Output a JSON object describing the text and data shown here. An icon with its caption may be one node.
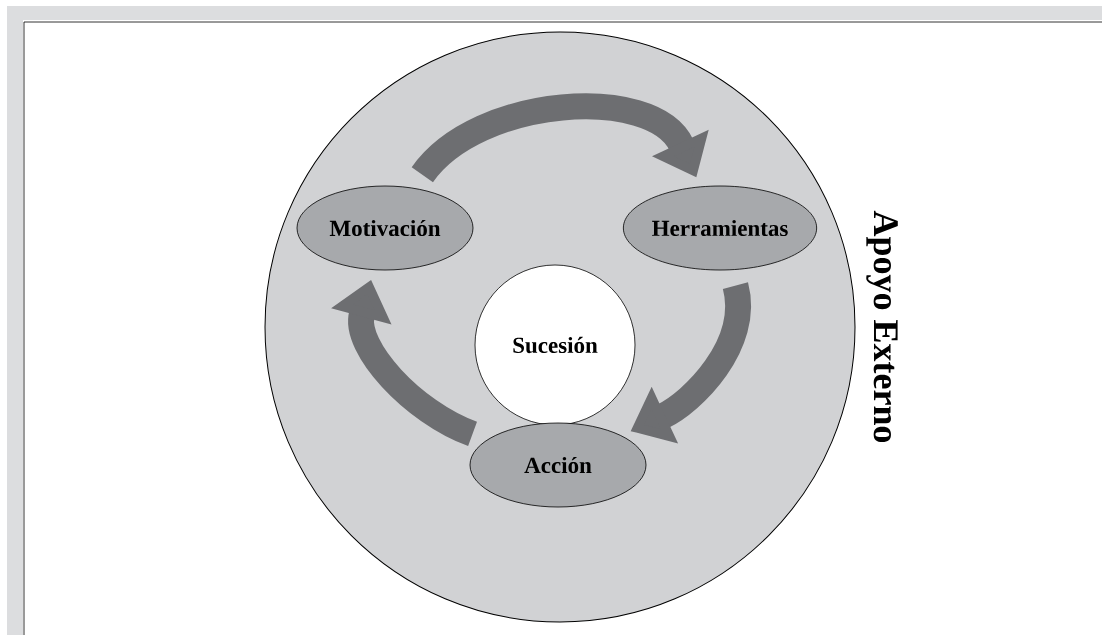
{
  "diagram": {
    "nodes": [
      {
        "text": [
          "Apoyo Externo"
        ]
      },
      {
        "text": [
          "Motivación"
        ],
        "in": 0
      },
      {
        "text": [
          "Herramientas"
        ],
        "in": 0
      },
      {
        "text": [
          "Sucesión"
        ],
        "in": 0
      },
      {
        "text": [
          "Acción"
        ],
        "in": 0
      }
    ],
    "edges": [
      {
        "from": 1,
        "to": 2,
        "arrow": "to"
      },
      {
        "from": 2,
        "to": 4,
        "arrow": "to"
      },
      {
        "from": 4,
        "to": 1,
        "arrow": "to"
      }
    ]
  }
}
